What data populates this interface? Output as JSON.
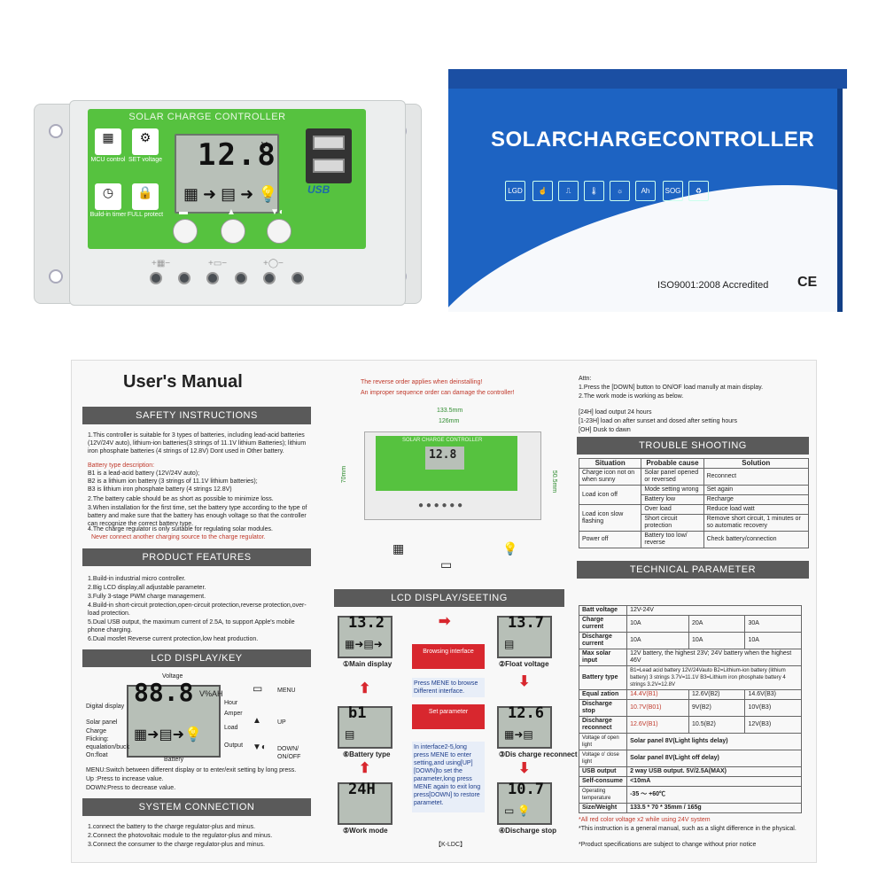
{
  "device": {
    "panel_title": "SOLAR CHARGE CONTROLLER",
    "lcd_value": "12.8",
    "lcd_unit": "V",
    "usb_label": "USB",
    "tiles": [
      {
        "icon": "chip-icon",
        "label": "MCU control"
      },
      {
        "icon": "gear-icon",
        "label": "SET voltage"
      },
      {
        "icon": "clock-icon",
        "label": "Build-in timer"
      },
      {
        "icon": "lock-icon",
        "label": "FULL protect"
      }
    ]
  },
  "box": {
    "title": "SOLARCHARGECONTROLLER",
    "icons": [
      "LGD",
      "",
      "",
      "",
      "",
      "Ah",
      "SOG",
      ""
    ],
    "iso": "ISO9001:2008 Accredited",
    "ce": "CE"
  },
  "manual": {
    "title": "User's Manual",
    "safety": {
      "heading": "SAFETY INSTRUCTIONS",
      "p1": "1.This controller is suitable for 3 types of batteries, including lead-acid batteries (12V/24V auto), lithium-ion batteries(3 strings of 11.1V lithium Batteries); lithium iron phosphate batteries (4 strings of 12.8V) Dont used in Other battery.",
      "type_head": "Battery type description:",
      "b1": "B1 is a lead-acid battery (12V/24V auto);",
      "b2": "B2 is a lithium ion battery (3 strings of 11.1V lithium batteries);",
      "b3": "B3 is lithium iron phosphate battery (4 strings 12.8V)",
      "p2": "2.The battery cable should be as short as possible to minimize loss.",
      "p3": "3.When installation for the first time, set the battery type according to the type of battery and make sure that the battery has enough voltage so that the controller can recognize the correct battery type.",
      "p4": "4.The charge regulator is only suitable for regulating solar modules.",
      "p4_red": "Never connect another charging source to the charge regulator."
    },
    "features": {
      "heading": "PRODUCT FEATURES",
      "items": [
        "1.Build-in industrial micro controller.",
        "2.Big LCD display,all adjustable parameter.",
        "3.Fully 3-stage PWM charge management.",
        "4.Build-in short-circuit protection,open-circuit protection,reverse protection,over-load protection.",
        "5.Dual USB output, the maximum current of 2.5A, to support Apple's mobile phone charging.",
        "6.Dual mosfet Reverse current protection,low heat production."
      ]
    },
    "lcd_key": {
      "heading": "LCD DISPLAY/KEY",
      "digits": "88.8",
      "units": "V%AH",
      "labels": [
        "Voltage",
        "Digital display",
        "Hour",
        "Amper",
        "Solar panel",
        "Load",
        "Charge Flicking: equalation/buck On:float",
        "Output",
        "Battery"
      ],
      "keys": [
        "MENU",
        "UP",
        "DOWN/ ON/OFF"
      ],
      "menu_note": "MENU:Switch between different display or to enter/exit setting by long press.",
      "up_note": "Up         :Press to increase value.",
      "down_note": "DOWN:Press to decrease value."
    },
    "system": {
      "heading": "SYSTEM CONNECTION",
      "items": [
        "1.connect the battery to the charge regulator-plus and minus.",
        "2.Connect the photovoltaic module to the regulator-plus and minus.",
        "3.Connect the consumer to the charge regulator-plus and minus."
      ]
    },
    "center": {
      "red1": "The reverse order applies when deinstalling!",
      "red2": "An improper sequence order can damage the controller!",
      "dim_w1": "133.5mm",
      "dim_w2": "126mm",
      "dim_h1": "70mm",
      "dim_h2": "50.5mm",
      "mini_title": "SOLAR CHARGE CONTROLLER",
      "mini_digits": "12.8",
      "lcd_heading": "LCD DISPLAY/SEETING",
      "modes": [
        {
          "digits": "13.2",
          "label": "①Main display"
        },
        {
          "digits": "13.7",
          "label": "②Float voltage"
        },
        {
          "digits": "12.6",
          "label": "③Dis charge reconnect"
        },
        {
          "digits": "10.7",
          "label": "④Discharge stop"
        },
        {
          "digits": "24H",
          "label": "⑤Work mode"
        },
        {
          "digits": "b1",
          "label": "⑥Battery type"
        }
      ],
      "browsing": "Browsing interface",
      "browse_note": "Press MENE to browse Different interface.",
      "set_param": "Set parameter",
      "set_note": "In interface2-5,long press MENE to enter setting,and using[UP][DOWN]to set the parameter,long press MENE again to exit long press[DOWN] to restore parametet.",
      "kldc": "【K-LDC】"
    },
    "right": {
      "attn": "Attn:",
      "attn1": "1.Press the [DOWN] button to ON/OF load manully at main display.",
      "attn2": "2.The work mode is working as below.",
      "modes": [
        "[24H]    load output 24 hours",
        "[1-23H] load on after sunset and dosed after setting hours",
        "[OH]       Dusk to dawn"
      ],
      "trouble_heading": "TROUBLE SHOOTING",
      "trouble_head": [
        "Situation",
        "Probable cause",
        "Solution"
      ],
      "trouble_rows": [
        [
          "Charge icon not on when sunny",
          "Solar panel opened or reversed",
          "Reconnect"
        ],
        [
          "Load icon off",
          "Mode setting wrong",
          "Set again"
        ],
        [
          "",
          "Battery low",
          "Recharge"
        ],
        [
          "Load icon slow flashing",
          "Over load",
          "Reduce load watt"
        ],
        [
          "",
          "Short circuit protection",
          "Remove short circuit, 1 minutes or so automatic recovery"
        ],
        [
          "Power off",
          "Battery too low/ reverse",
          "Check battery/connection"
        ]
      ],
      "tech_heading": "TECHNICAL PARAMETER",
      "tech_rows": [
        [
          "Batt voltage",
          "12V-24V",
          "",
          ""
        ],
        [
          "Charge current",
          "10A",
          "20A",
          "30A"
        ],
        [
          "Discharge current",
          "10A",
          "10A",
          "10A"
        ],
        [
          "Max solar input",
          "12V battery, the highest 23V; 24V battery when the highest 46V",
          "",
          ""
        ],
        [
          "Battery type",
          "B1=Lead acid battery 12V/24Vauto B2=Lithium-ion battery (lithium battery) 3 strings 3.7V=11.1V B3=Lithium iron phosphate battery 4 strings 3.2V=12.8V",
          "",
          ""
        ],
        [
          "Equal zation",
          "14.4V(B1)",
          "12.6V(B2)",
          "14.6V(B3)"
        ],
        [
          "Discharge stop",
          "10.7V(B01)",
          "9V(B2)",
          "10V(B3)"
        ],
        [
          "Discharge reconnect",
          "12.6V(B1)",
          "10.5(B2)",
          "12V(B3)"
        ],
        [
          "Voltage of open light",
          "Solar panel 8V(Light lights delay)",
          "",
          ""
        ],
        [
          "Voltage o' close light",
          "Solar panel 8V(Light off delay)",
          "",
          ""
        ],
        [
          "USB output",
          "2 way USB output.  5V/2.5A(MAX)",
          "",
          ""
        ],
        [
          "Self-consume",
          "<10mA",
          "",
          ""
        ],
        [
          "Operating temperature",
          "-35 ～ +60℃",
          "",
          ""
        ],
        [
          "Size/Weight",
          "133.5 * 70 * 35mm  /  165g",
          "",
          ""
        ]
      ],
      "note_red": "*All red color voltage x2 while using 24V system",
      "note1": "*This instruction is a general manual, such as a slight difference in the physical.",
      "note2": "*Product specifications are subject to change without prior notice"
    }
  }
}
